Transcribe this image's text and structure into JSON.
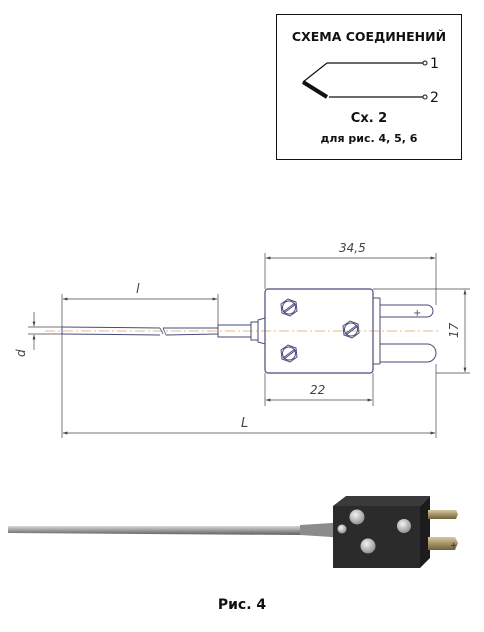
{
  "scheme": {
    "title": "СХЕМА СОЕДИНЕНИЙ",
    "pin_1": "1",
    "pin_2": "2",
    "name": "Сх. 2",
    "note": "для рис. 4, 5, 6"
  },
  "drawing": {
    "dim_connector_length": "34,5",
    "dim_probe_length": "l",
    "dim_total_length": "L",
    "dim_diameter": "d",
    "dim_height": "17",
    "dim_body_length": "22",
    "plus_sign": "+"
  },
  "caption": "Рис. 4",
  "colors": {
    "line": "#4a4a7a",
    "dimension": "#444444",
    "axis": "#e8a060",
    "connector_body": "#2a2a2a",
    "pin": "#9a8a60"
  }
}
